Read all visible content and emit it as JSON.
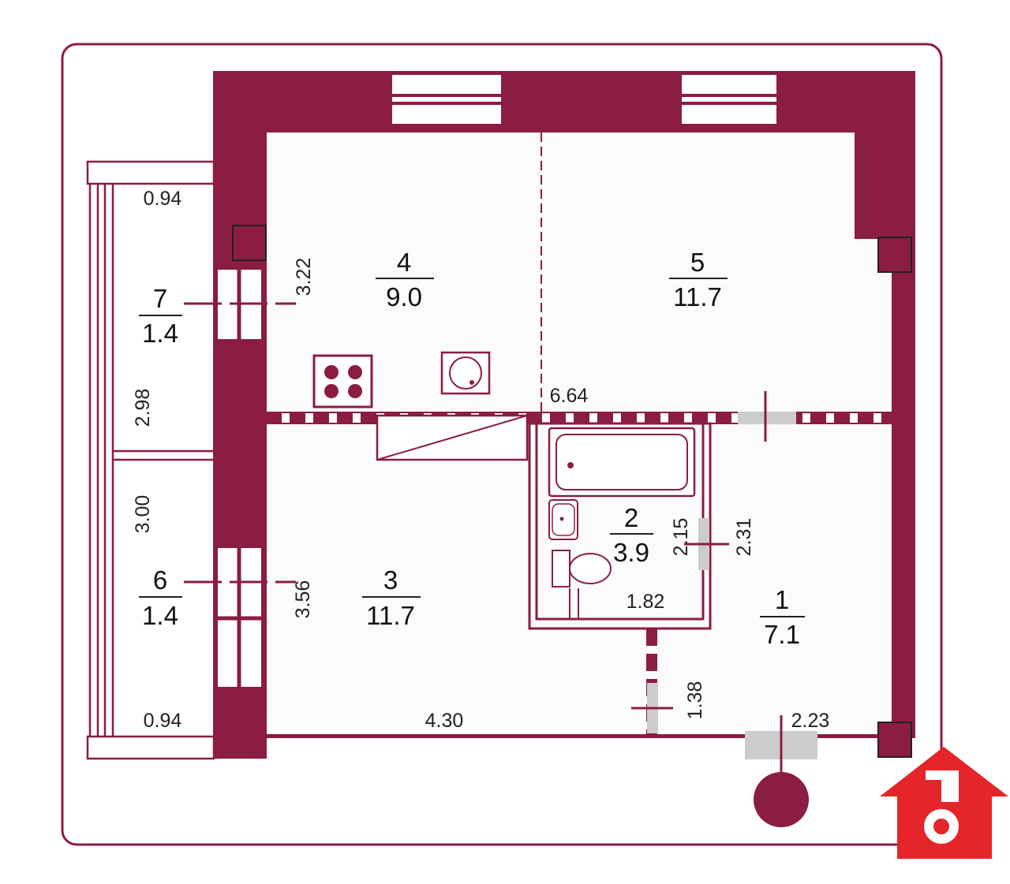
{
  "colors": {
    "wall": "#8b1c44",
    "frame": "#8b1c44",
    "logo": "#e5252a",
    "floor": "#fbfbfd"
  },
  "rooms": [
    {
      "number": "1",
      "area": "7.1"
    },
    {
      "number": "2",
      "area": "3.9"
    },
    {
      "number": "3",
      "area": "11.7"
    },
    {
      "number": "4",
      "area": "9.0"
    },
    {
      "number": "5",
      "area": "11.7"
    },
    {
      "number": "6",
      "area": "1.4"
    },
    {
      "number": "7",
      "area": "1.4"
    }
  ],
  "dimensions": {
    "balcony_top_width": "0.94",
    "balcony_bottom_width": "0.94",
    "balcony7_length": "2.98",
    "balcony6_length": "3.00",
    "kitchen_window_wall": "3.22",
    "room3_wall": "3.56",
    "corridor_width": "6.64",
    "bathroom_width": "1.82",
    "bathroom_door_height": "2.15",
    "bathroom_outer_height": "2.31",
    "room3_width": "4.30",
    "partition_length": "1.38",
    "entrance_width": "2.23"
  },
  "icons": {
    "logo": "house-key-icon",
    "stove": "stove-icon",
    "washer": "washing-machine-icon",
    "bathtub": "bathtub-icon",
    "sink": "sink-icon",
    "toilet": "toilet-icon",
    "entrance": "entrance-marker-icon"
  }
}
